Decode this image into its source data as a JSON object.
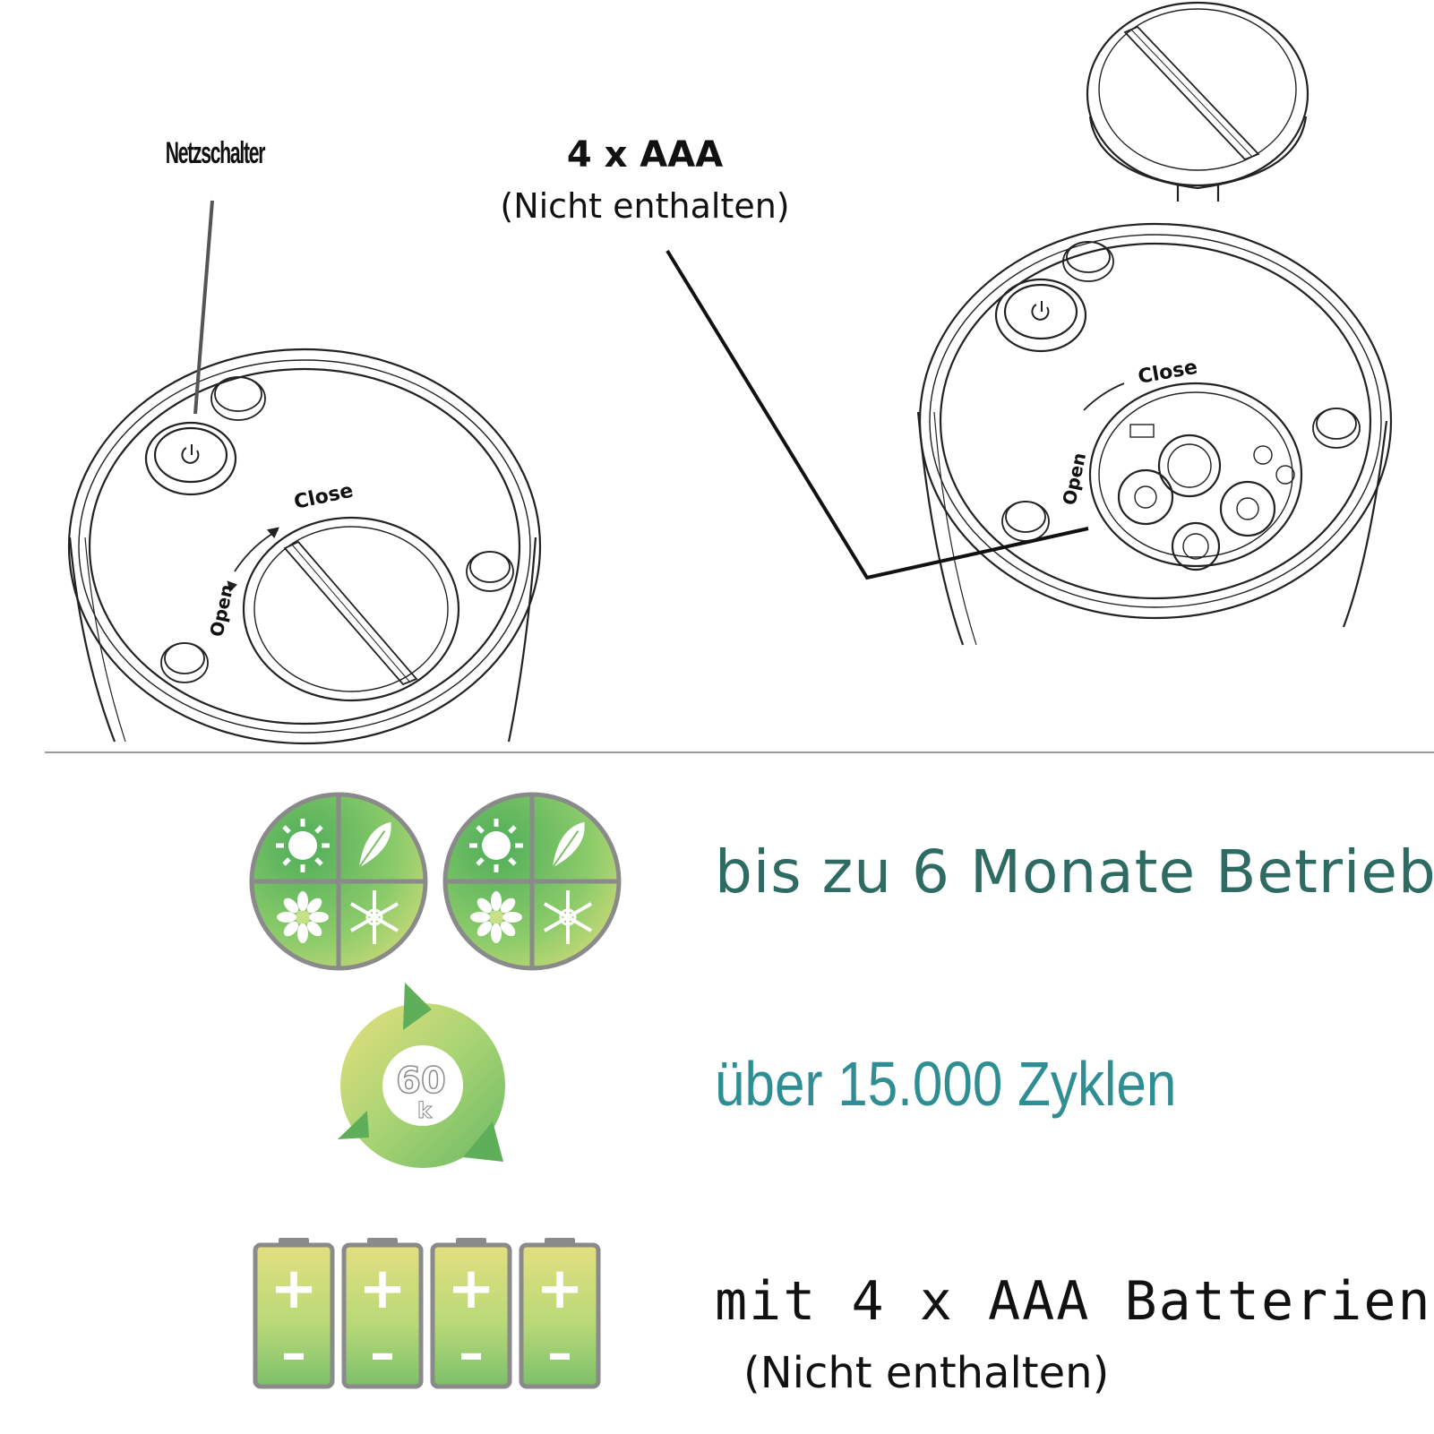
{
  "diagram": {
    "labels": {
      "power_switch": "Netzschalter",
      "battery_spec": "4 x AAA",
      "battery_note": "(Nicht enthalten)",
      "dial_close": "Close",
      "dial_open": "Open"
    }
  },
  "features": {
    "runtime": "bis zu 6 Monate Betrieb",
    "cycles": "über 15.000 Zyklen",
    "cycles_badge_number": "60",
    "cycles_badge_unit": "k",
    "batteries": "mit 4 x AAA Batterien",
    "batteries_note": "(Nicht enthalten)"
  },
  "icons": {
    "season_icons": [
      "sun-icon",
      "leaf-icon",
      "flower-icon",
      "snowflake-icon"
    ],
    "cycle_icon": "recycle-icon",
    "battery_icon": "battery-icon",
    "battery_count": 4,
    "battery_plus": "+",
    "battery_minus": "–"
  },
  "colors": {
    "green_dark": "#5fae5a",
    "green_light": "#b8d97a",
    "yellow": "#e2db7a",
    "ring_gray": "#8a8a8a",
    "runtime_text": "#2e6b62",
    "cycles_text": "#2f8e93"
  }
}
